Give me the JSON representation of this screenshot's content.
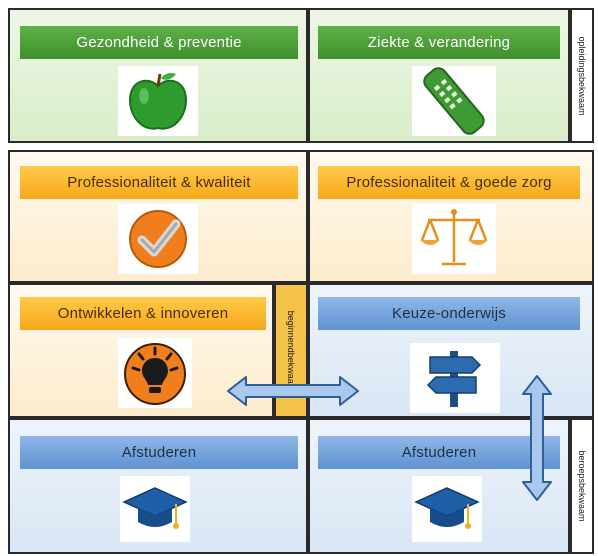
{
  "blocks": {
    "gezondheid": {
      "title": "Gezondheid & preventie",
      "icon": "apple-icon"
    },
    "ziekte": {
      "title": "Ziekte & verandering",
      "icon": "remote-control-icon"
    },
    "professionaliteit_kwaliteit": {
      "title": "Professionaliteit & kwaliteit",
      "icon": "checkmark-icon"
    },
    "professionaliteit_zorg": {
      "title": "Professionaliteit & goede zorg",
      "icon": "scales-icon"
    },
    "ontwikkelen": {
      "title": "Ontwikkelen & innoveren",
      "icon": "lightbulb-icon"
    },
    "keuze": {
      "title": "Keuze-onderwijs",
      "icon": "signpost-icon"
    },
    "afstuderen_left": {
      "title": "Afstuderen",
      "icon": "graduation-cap-icon"
    },
    "afstuderen_right": {
      "title": "Afstuderen",
      "icon": "graduation-cap-icon"
    }
  },
  "side_labels": {
    "top": "opleidingsbekwaam",
    "middle": "beginnendbekwaam",
    "bottom": "beroepsbekwaam"
  },
  "colors": {
    "green_header": "#4f9f3a",
    "orange_header": "#f6b324",
    "blue_header": "#7aa7dc",
    "arrow_fill": "#a9c8ee",
    "arrow_stroke": "#2f5f96"
  }
}
